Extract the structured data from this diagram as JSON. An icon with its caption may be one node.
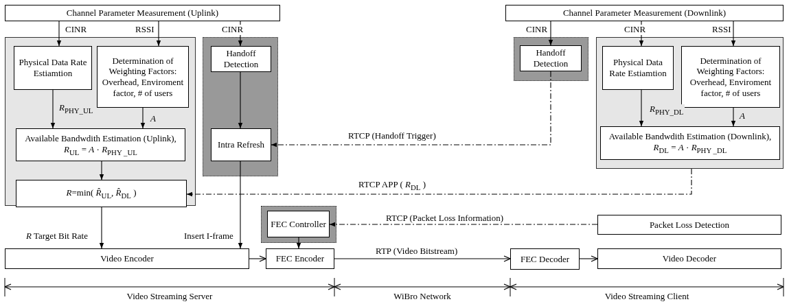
{
  "diagram": {
    "nodes": [
      {
        "text": [
          "Channel Parameter Measurement (Uplink)"
        ]
      },
      {
        "text": [],
        "shape": "box"
      },
      {
        "text": [
          "Physical Data Rate Estiamtion"
        ],
        "in": 1
      },
      {
        "text": [
          "Determination of Weighting Factors: Overhead, Enviroment factor, # of users"
        ],
        "in": 1
      },
      {
        "text": [
          "Available Bandwdith Estimation (Uplink),",
          "*R*$_{UL}$ = *A* · *R*$_{PHY _UL}$"
        ],
        "in": 1
      },
      {
        "text": [
          "*R*=min( *R̂*$_{UL}$, *R̂*$_{DL}$ )"
        ],
        "in": 1
      },
      {
        "text": [],
        "shape": "box"
      },
      {
        "text": [
          "Handoff Detection"
        ],
        "in": 6
      },
      {
        "text": [
          "Intra Refresh"
        ],
        "in": 6
      },
      {
        "text": [
          "Channel Parameter Measurement (Downlink)"
        ]
      },
      {
        "text": [],
        "shape": "box"
      },
      {
        "text": [
          "Handoff Detection"
        ],
        "in": 10
      },
      {
        "text": [],
        "shape": "box"
      },
      {
        "text": [
          "Physical Data Rate Estiamtion"
        ],
        "in": 12
      },
      {
        "text": [
          "Determination of Weighting Factors: Overhead, Enviroment factor, # of users"
        ],
        "in": 12
      },
      {
        "text": [
          "Available Bandwdith Estimation (Downlink),",
          "*R*$_{DL}$ = *A* · *R*$_{PHY _DL}$"
        ],
        "in": 12
      },
      {
        "text": [],
        "shape": "box"
      },
      {
        "text": [
          "FEC Controller"
        ],
        "in": 16
      },
      {
        "text": [
          "Video Encoder"
        ]
      },
      {
        "text": [
          "FEC Encoder"
        ]
      },
      {
        "text": [
          "Packet Loss Detection"
        ]
      },
      {
        "text": [
          "FEC Decoder"
        ]
      },
      {
        "text": [
          "Video Decoder"
        ]
      }
    ],
    "edges": [
      {
        "from": 0,
        "to": 2,
        "arrow": "to",
        "label": "CINR"
      },
      {
        "from": 0,
        "to": 3,
        "arrow": "to",
        "label": "RSSI"
      },
      {
        "from": 0,
        "to": 7,
        "arrow": "to",
        "label": "CINR"
      },
      {
        "from": 2,
        "to": 4,
        "arrow": "to",
        "label": "*R*$_{PHY_UL}$"
      },
      {
        "from": 3,
        "to": 4,
        "arrow": "to",
        "label": "*A*"
      },
      {
        "from": 4,
        "to": 5,
        "arrow": "to"
      },
      {
        "from": 5,
        "to": 18,
        "arrow": "to",
        "label": "*R*  Target Bit Rate"
      },
      {
        "from": 7,
        "to": 8,
        "arrow": "to"
      },
      {
        "from": 8,
        "to": 18,
        "arrow": "to",
        "label": "Insert I-frame"
      },
      {
        "from": 9,
        "to": 11,
        "arrow": "to",
        "label": "CINR"
      },
      {
        "from": 9,
        "to": 13,
        "arrow": "to",
        "label": "CINR"
      },
      {
        "from": 9,
        "to": 14,
        "arrow": "to",
        "label": "RSSI"
      },
      {
        "from": 13,
        "to": 15,
        "arrow": "to",
        "label": "*R*$_{PHY_DL}$"
      },
      {
        "from": 14,
        "to": 15,
        "arrow": "to",
        "label": "*A*"
      },
      {
        "from": 11,
        "to": 8,
        "arrow": "to",
        "style": "dashed",
        "label": "RTCP (Handoff Trigger)"
      },
      {
        "from": 12,
        "to": 5,
        "arrow": "to",
        "style": "dashed",
        "label": "RTCP APP ( *R*$_{DL}$ )"
      },
      {
        "from": 20,
        "to": 17,
        "arrow": "to",
        "style": "dashed",
        "label": "RTCP (Packet Loss Information)"
      },
      {
        "from": 17,
        "to": 19,
        "arrow": "to"
      },
      {
        "from": 18,
        "to": 19,
        "arrow": "to"
      },
      {
        "from": 19,
        "to": 21,
        "arrow": "to",
        "label": "RTP (Video Bitstream)"
      },
      {
        "from": 21,
        "to": 22,
        "arrow": "to"
      }
    ],
    "labels": [
      "Video Streaming Server",
      "WiBro Network",
      "Video Streaming Client"
    ]
  }
}
